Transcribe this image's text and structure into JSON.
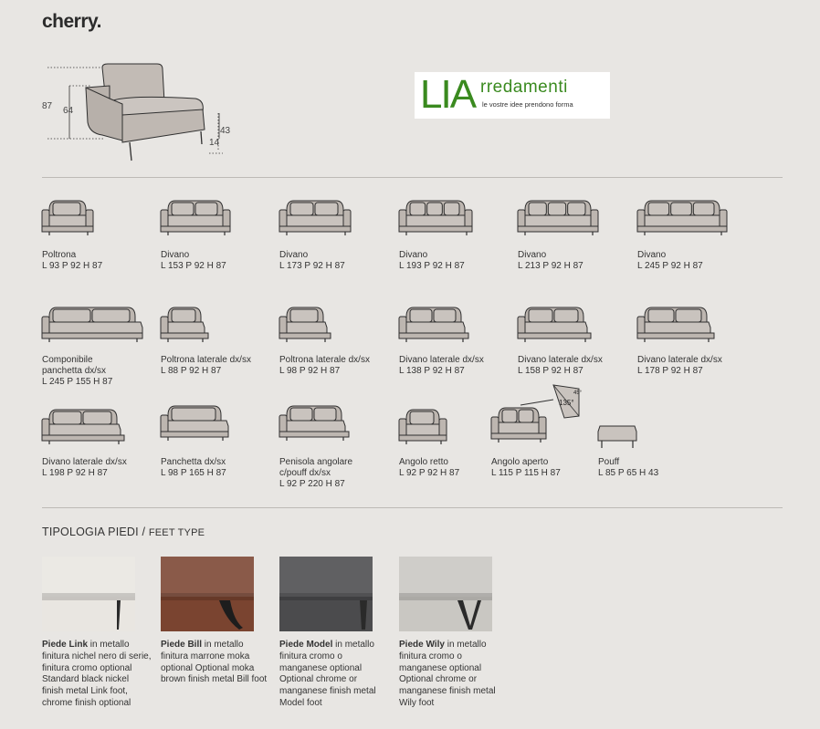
{
  "brand": "cherry.",
  "hero_dimensions": {
    "h_total": "87",
    "h_arm": "64",
    "h_seat": "43",
    "d_back": "14"
  },
  "logo": {
    "initials": "LIA",
    "word": "rredamenti",
    "tagline": "le vostre idee prendono forma",
    "color": "#3a8a1f"
  },
  "models": [
    {
      "name": "Poltrona",
      "size": "L 93 P 92 H 87"
    },
    {
      "name": "Divano",
      "size": "L 153 P 92 H 87"
    },
    {
      "name": "Divano",
      "size": "L 173 P 92 H 87"
    },
    {
      "name": "Divano",
      "size": "L 193 P 92 H 87"
    },
    {
      "name": "Divano",
      "size": "L 213 P 92 H 87"
    },
    {
      "name": "Divano",
      "size": "L 245 P 92 H 87"
    },
    {
      "name": "Componibile\npanchetta dx/sx",
      "size": "L 245 P 155 H 87"
    },
    {
      "name": "Poltrona laterale dx/sx",
      "size": "L 88 P 92 H 87"
    },
    {
      "name": "Poltrona laterale dx/sx",
      "size": "L 98 P 92 H 87"
    },
    {
      "name": "Divano laterale dx/sx",
      "size": "L 138 P 92 H 87"
    },
    {
      "name": "Divano laterale dx/sx",
      "size": "L 158 P 92 H 87"
    },
    {
      "name": "Divano laterale dx/sx",
      "size": "L 178 P 92 H 87"
    },
    {
      "name": "Divano laterale dx/sx",
      "size": "L 198 P 92 H 87"
    },
    {
      "name": "Panchetta dx/sx",
      "size": "L 98 P 165 H 87"
    },
    {
      "name": "Penisola angolare\nc/pouff dx/sx",
      "size": "L 92 P 220 H 87"
    },
    {
      "name": "Angolo retto",
      "size": "L 92 P 92 H 87"
    },
    {
      "name": "Angolo aperto",
      "size": "L 115 P 115 H 87"
    },
    {
      "name": "Pouff",
      "size": "L 85 P 65 H 43"
    }
  ],
  "angle_labels": {
    "a": "135°",
    "b": "45°"
  },
  "feet_section": {
    "title": "TIPOLOGIA PIEDI",
    "sep": " / ",
    "subtitle": "FEET TYPE"
  },
  "feet": [
    {
      "name": "Piede Link",
      "desc": " in metallo finitura nichel nero di serie, finitura cromo optional Standard black nickel finish metal Link foot, chrome finish optional",
      "color": "#e9e6e1"
    },
    {
      "name": "Piede Bill",
      "desc": " in metallo finitura marrone moka optional Optional moka brown finish metal Bill foot",
      "color": "#7a4430"
    },
    {
      "name": "Piede Model",
      "desc": " in metallo finitura cromo o manganese optional Optional chrome or manganese finish metal Model foot",
      "color": "#4b4b4d"
    },
    {
      "name": "Piede Wily",
      "desc": " in metallo finitura cromo o manganese optional Optional chrome or manganese finish metal Wily foot",
      "color": "#c9c7c2"
    }
  ]
}
